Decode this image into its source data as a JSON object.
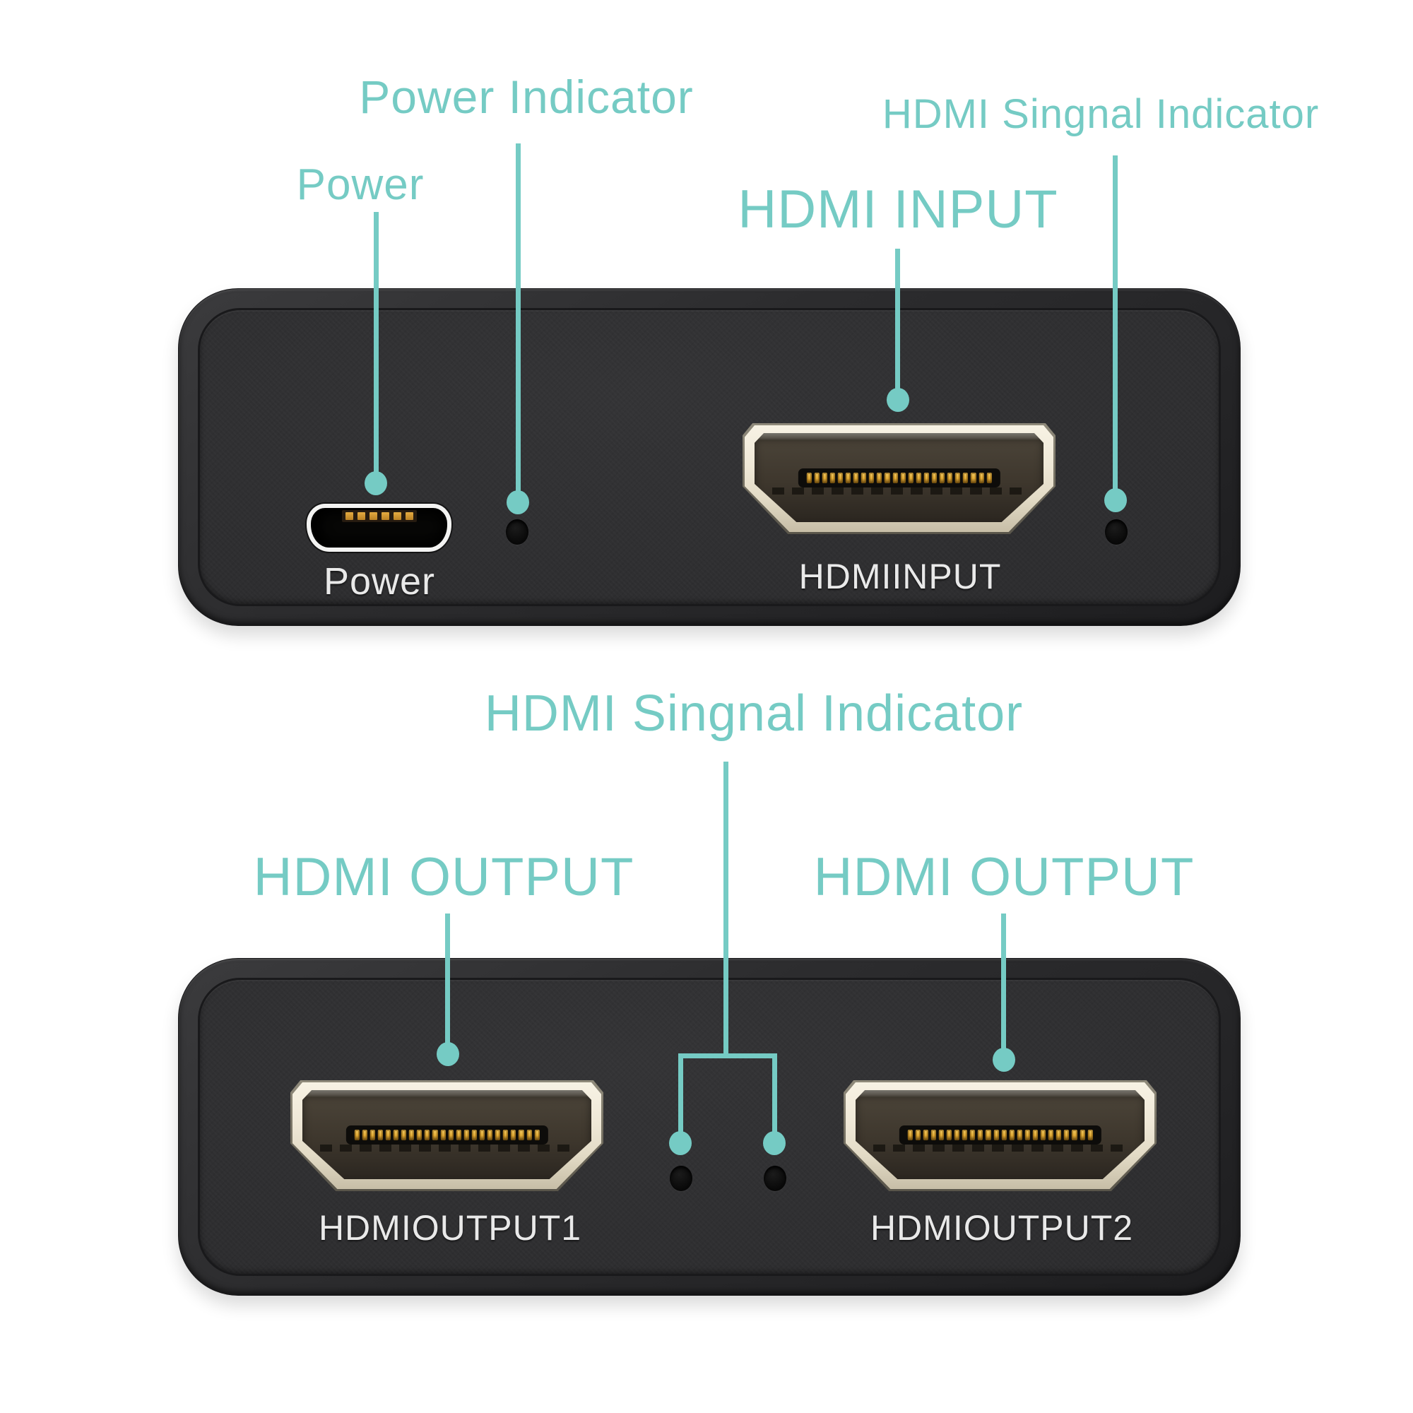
{
  "colors": {
    "accent_teal": "#75CBC4",
    "background": "#FFFFFF",
    "device_body": "#2E2E30",
    "hdmi_bezel_cream": "#EFE8D7",
    "pin_gold": "#E3AB35",
    "port_print_white": "#E9E9E9"
  },
  "top_unit": {
    "callouts": {
      "power_indicator_label": "Power Indicator",
      "power_label": "Power",
      "hdmi_input_label": "HDMI INPUT",
      "hdmi_signal_indicator_label": "HDMI Singnal Indicator"
    },
    "panel": {
      "power_port_print": "Power",
      "hdmi_input_port_print": "HDMIINPUT"
    }
  },
  "bottom_unit": {
    "callouts": {
      "hdmi_signal_indicator_label": "HDMI Singnal Indicator",
      "hdmi_output_left_label": "HDMI OUTPUT",
      "hdmi_output_right_label": "HDMI OUTPUT"
    },
    "panel": {
      "hdmi_output1_port_print": "HDMIOUTPUT1",
      "hdmi_output2_port_print": "HDMIOUTPUT2"
    }
  }
}
